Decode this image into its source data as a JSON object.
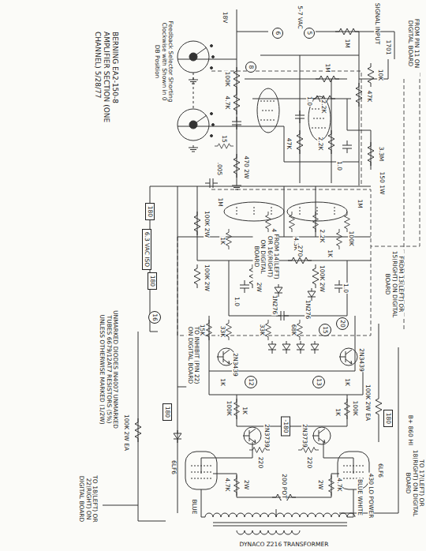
{
  "diagram": {
    "title": "BERNING EA2-150-8 AMPLIFIER SECTION (ONE CHANNEL) 5/28/77",
    "nodes": [
      {
        "text": [
          "5"
        ]
      },
      {
        "text": [
          "6"
        ]
      },
      {
        "text": [
          "8"
        ]
      },
      {
        "text": [
          "180"
        ]
      },
      {
        "text": [
          "6.3 VAC ISO"
        ]
      },
      {
        "text": [
          "180"
        ]
      },
      {
        "text": [
          "16"
        ]
      },
      {
        "text": [
          "20"
        ]
      },
      {
        "text": [
          "15"
        ]
      },
      {
        "text": [
          "12"
        ]
      },
      {
        "text": [
          "13"
        ]
      },
      {
        "text": [
          "180"
        ]
      },
      {
        "text": [
          "-180"
        ]
      },
      {
        "text": [
          "180"
        ]
      }
    ],
    "labels": [
      "FROM PIN 11 ON DIGITAL BOARD",
      "SIGNAL INPUT",
      "1701",
      "5-7 VAC",
      "1M",
      "1M",
      "10K",
      "47K",
      "2.2K",
      "1.0",
      "47K",
      "2.2K",
      "3.3M",
      "1.0",
      "150 1W",
      "18V",
      "100K",
      "4.7K",
      "15",
      "470 2W",
      ".005",
      "Feedback Selector Shorting Clockwise with Shown in 0 DB Position",
      "100K 2W",
      "1M",
      "4.3K",
      "4.3K",
      "2.2K",
      "1K",
      "1K",
      "100K",
      "1M",
      "270",
      "100K 2W",
      "100K 2W",
      "1.0",
      "100K 2W",
      "1.0",
      "1N276",
      "1N276",
      "15K",
      "33K",
      "33K",
      "68K",
      "FROM 14(LEFT) OR 16(RIGHT) ON DIGITAL BOARD",
      "FROM 13(LEFT) OR 15(RIGHT) ON DIGITAL BOARD",
      "2N3439",
      "2N3439",
      "1K",
      "1K",
      "100K 2W EA",
      "100K 2W EA",
      "TO INHIBIT (PIN 22) ON DIGITAL BOARD",
      "UNMARKED DIODES IN4007 UNMARKED TUBES 6679/12AT7 RESISTORS (5%) UNLESS OTHERWISE MARKED (1/2W)",
      "2N3739",
      "2N3739",
      "100K",
      "100K",
      "1K",
      "1K",
      "220",
      "220",
      "6LF6",
      "6LF6",
      "4.7K",
      "4.7K",
      "2W",
      "2W",
      "200 POT",
      "B+ 860 HI POWER",
      "430 LO POWER",
      "TO 17(LEFT) OR 18(RIGHT) ON DIGITAL BOARD",
      "TO 18(LEFT) OR 22(RIGHT) ON DIGITAL BOARD",
      "BLUE",
      "BLUE WHITE",
      "DYNACO Z216 TRANSFORMER"
    ]
  }
}
